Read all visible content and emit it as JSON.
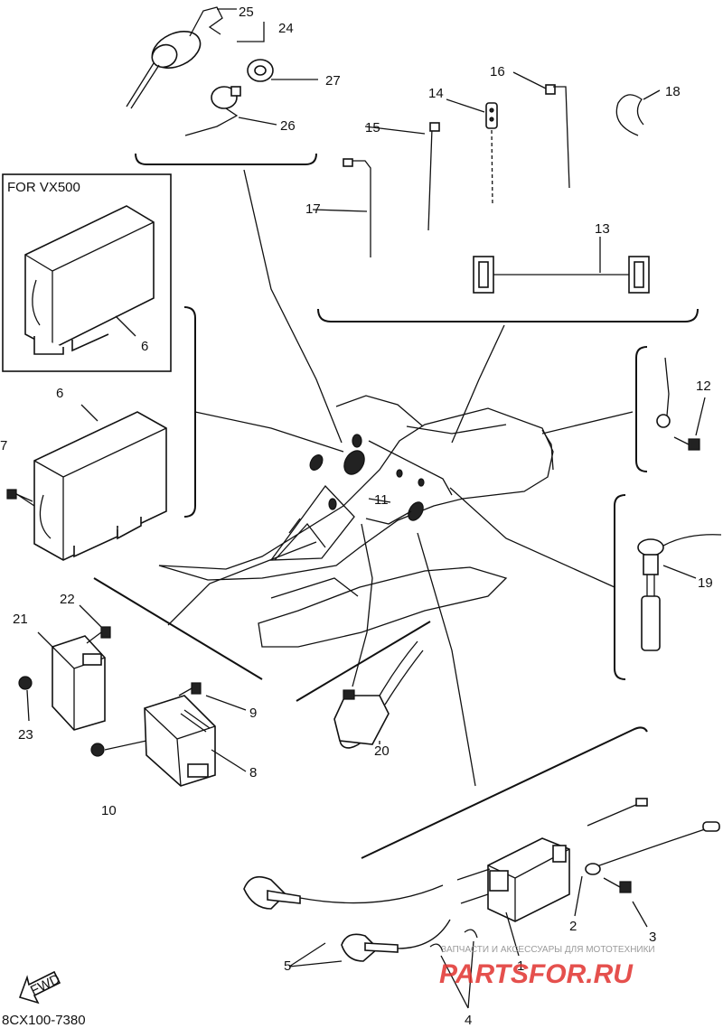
{
  "inset_title": "FOR VX500",
  "diagram_code": "8CX100-7380",
  "fwd_label": "FWD",
  "callouts": [
    {
      "id": "c1",
      "text": "1"
    },
    {
      "id": "c2",
      "text": "2"
    },
    {
      "id": "c3",
      "text": "3"
    },
    {
      "id": "c4",
      "text": "4"
    },
    {
      "id": "c5",
      "text": "5"
    },
    {
      "id": "c6a",
      "text": "6"
    },
    {
      "id": "c6b",
      "text": "6"
    },
    {
      "id": "c7",
      "text": "7"
    },
    {
      "id": "c8",
      "text": "8"
    },
    {
      "id": "c9",
      "text": "9"
    },
    {
      "id": "c10",
      "text": "10"
    },
    {
      "id": "c11",
      "text": "11"
    },
    {
      "id": "c12",
      "text": "12"
    },
    {
      "id": "c13",
      "text": "13"
    },
    {
      "id": "c14",
      "text": "14"
    },
    {
      "id": "c15",
      "text": "15"
    },
    {
      "id": "c16",
      "text": "16"
    },
    {
      "id": "c17",
      "text": "17"
    },
    {
      "id": "c18",
      "text": "18"
    },
    {
      "id": "c19",
      "text": "19"
    },
    {
      "id": "c20",
      "text": "20"
    },
    {
      "id": "c21",
      "text": "21"
    },
    {
      "id": "c22",
      "text": "22"
    },
    {
      "id": "c23",
      "text": "23"
    },
    {
      "id": "c24",
      "text": "24"
    },
    {
      "id": "c25",
      "text": "25"
    },
    {
      "id": "c26",
      "text": "26"
    },
    {
      "id": "c27",
      "text": "27"
    }
  ],
  "watermark": {
    "tagline": "ЗАПЧАСТИ И АКСЕССУАРЫ ДЛЯ МОТОТЕХНИКИ",
    "brand": "PARTSFOR.RU",
    "color": "#e0312e"
  }
}
